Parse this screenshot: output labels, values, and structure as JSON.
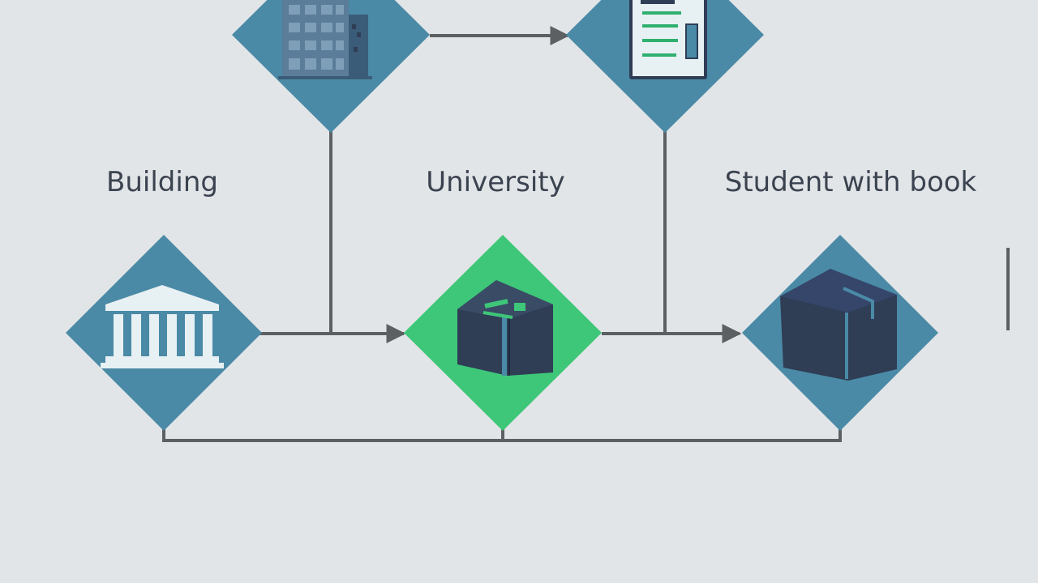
{
  "labels": {
    "building": "Building",
    "university": "University",
    "student": "Student with book"
  },
  "colors": {
    "background": "#e2e5e7",
    "node_fill": "#4a8aa6",
    "node_highlight": "#3ec778",
    "connector": "#5d6063",
    "icon_dark": "#2f3d55",
    "icon_light": "#e7f0f3",
    "doc_accent": "#2fb06f",
    "label_text": "#3b4350"
  },
  "icons": {
    "top_left": "office-building-icon",
    "top_right": "document-icon",
    "left": "columned-building-icon",
    "center": "book-with-cap-icon",
    "right": "book-icon"
  }
}
